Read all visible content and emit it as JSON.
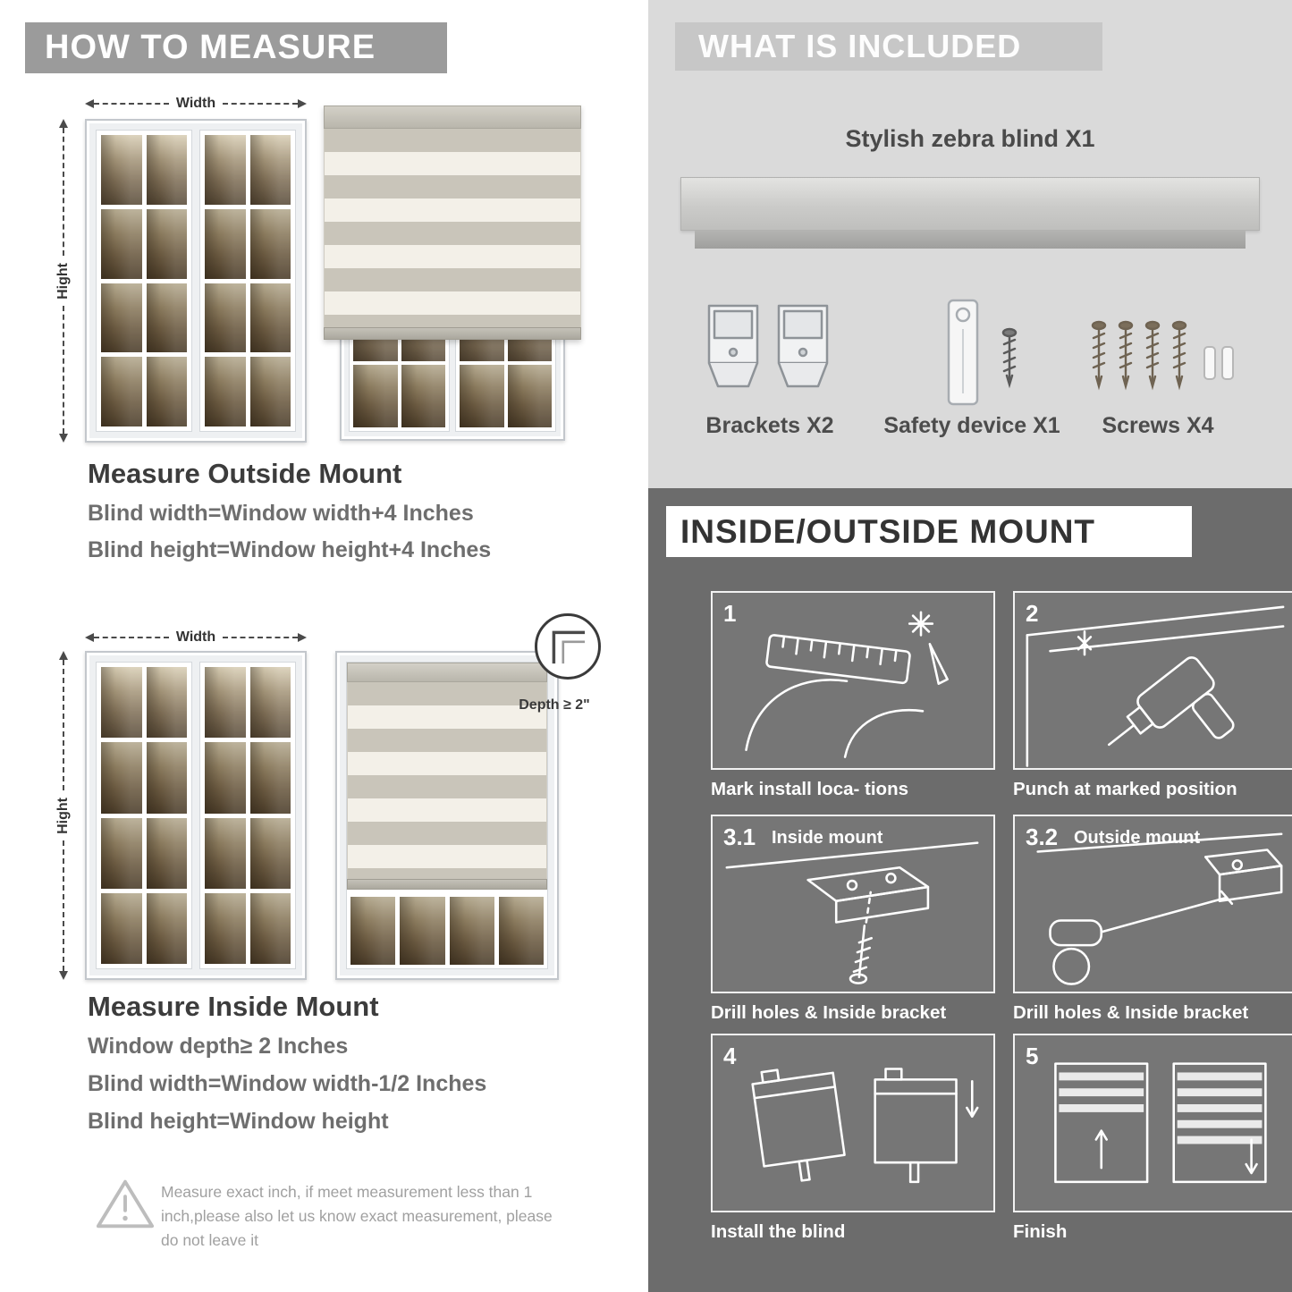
{
  "page": {
    "measure": {
      "header": "HOW TO MEASURE",
      "outside": {
        "width_label": "Width",
        "height_label": "Hight",
        "title": "Measure Outside Mount",
        "rule1": "Blind width=Window width+4 Inches",
        "rule2": "Blind height=Window height+4 Inches"
      },
      "inside": {
        "width_label": "Width",
        "height_label": "Hight",
        "depth_label": "Depth ≥ 2\"",
        "title": "Measure Inside Mount",
        "rule1": "Window depth≥ 2 Inches",
        "rule2": "Blind width=Window width-1/2 Inches",
        "rule3": "Blind height=Window height"
      },
      "warning_text": "Measure exact inch, if meet measurement less than 1 inch,please also let us know exact measurement, please do not leave it"
    },
    "included": {
      "header": "WHAT IS INCLUDED",
      "product_label": "Stylish zebra blind X1",
      "items": [
        {
          "label": "Brackets X2",
          "icon": "brackets-icon"
        },
        {
          "label": "Safety device X1",
          "icon": "safety-device-icon"
        },
        {
          "label": "Screws X4",
          "icon": "screws-icon"
        }
      ]
    },
    "mount": {
      "header": "INSIDE/OUTSIDE MOUNT",
      "steps": [
        {
          "num": "1",
          "title": "",
          "caption": "Mark install loca- tions",
          "icon": "measure-mark-icon"
        },
        {
          "num": "2",
          "title": "",
          "caption": "Punch at  marked position",
          "icon": "drill-icon"
        },
        {
          "num": "3.1",
          "title": "Inside mount",
          "caption": "Drill holes &  Inside bracket",
          "icon": "inside-bracket-icon"
        },
        {
          "num": "3.2",
          "title": "Outside mount",
          "caption": "Drill holes &  Inside bracket",
          "icon": "outside-bracket-icon"
        },
        {
          "num": "4",
          "title": "",
          "caption": "Install the blind",
          "icon": "install-blind-icon"
        },
        {
          "num": "5",
          "title": "",
          "caption": "Finish",
          "icon": "finish-icon"
        }
      ]
    },
    "colors": {
      "header_gray": "#9b9b9b",
      "light_panel_bg": "#dadada",
      "light_header_bar": "#c7c7c7",
      "dark_panel_bg": "#6c6c6c",
      "text_dark": "#3c3c3c",
      "text_gray": "#6e6e6e",
      "stripe_gray": "#c9c5ba",
      "stripe_cream": "#f3f0e8"
    }
  }
}
